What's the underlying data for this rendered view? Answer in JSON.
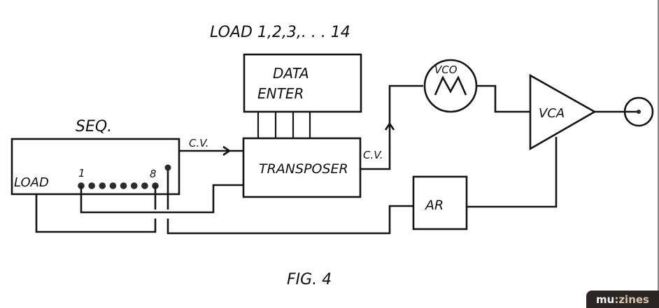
{
  "diagram": {
    "load_label": "LOAD 1,2,3,. . . 14",
    "data_enter": {
      "line1": "DATA",
      "line2": "ENTER"
    },
    "seq": {
      "title": "SEQ.",
      "load": "LOAD",
      "step_first": "1",
      "step_last": "8",
      "step_count": 8
    },
    "cv_seq": "C.V.",
    "transposer": "TRANSPOSER",
    "cv_trans": "C.V.",
    "vco": "VCO",
    "vca": "VCA",
    "ar": "AR",
    "caption": "FIG. 4",
    "ink_color": "#141414"
  },
  "badge": {
    "mu": "mu",
    "zines": ":zines"
  }
}
